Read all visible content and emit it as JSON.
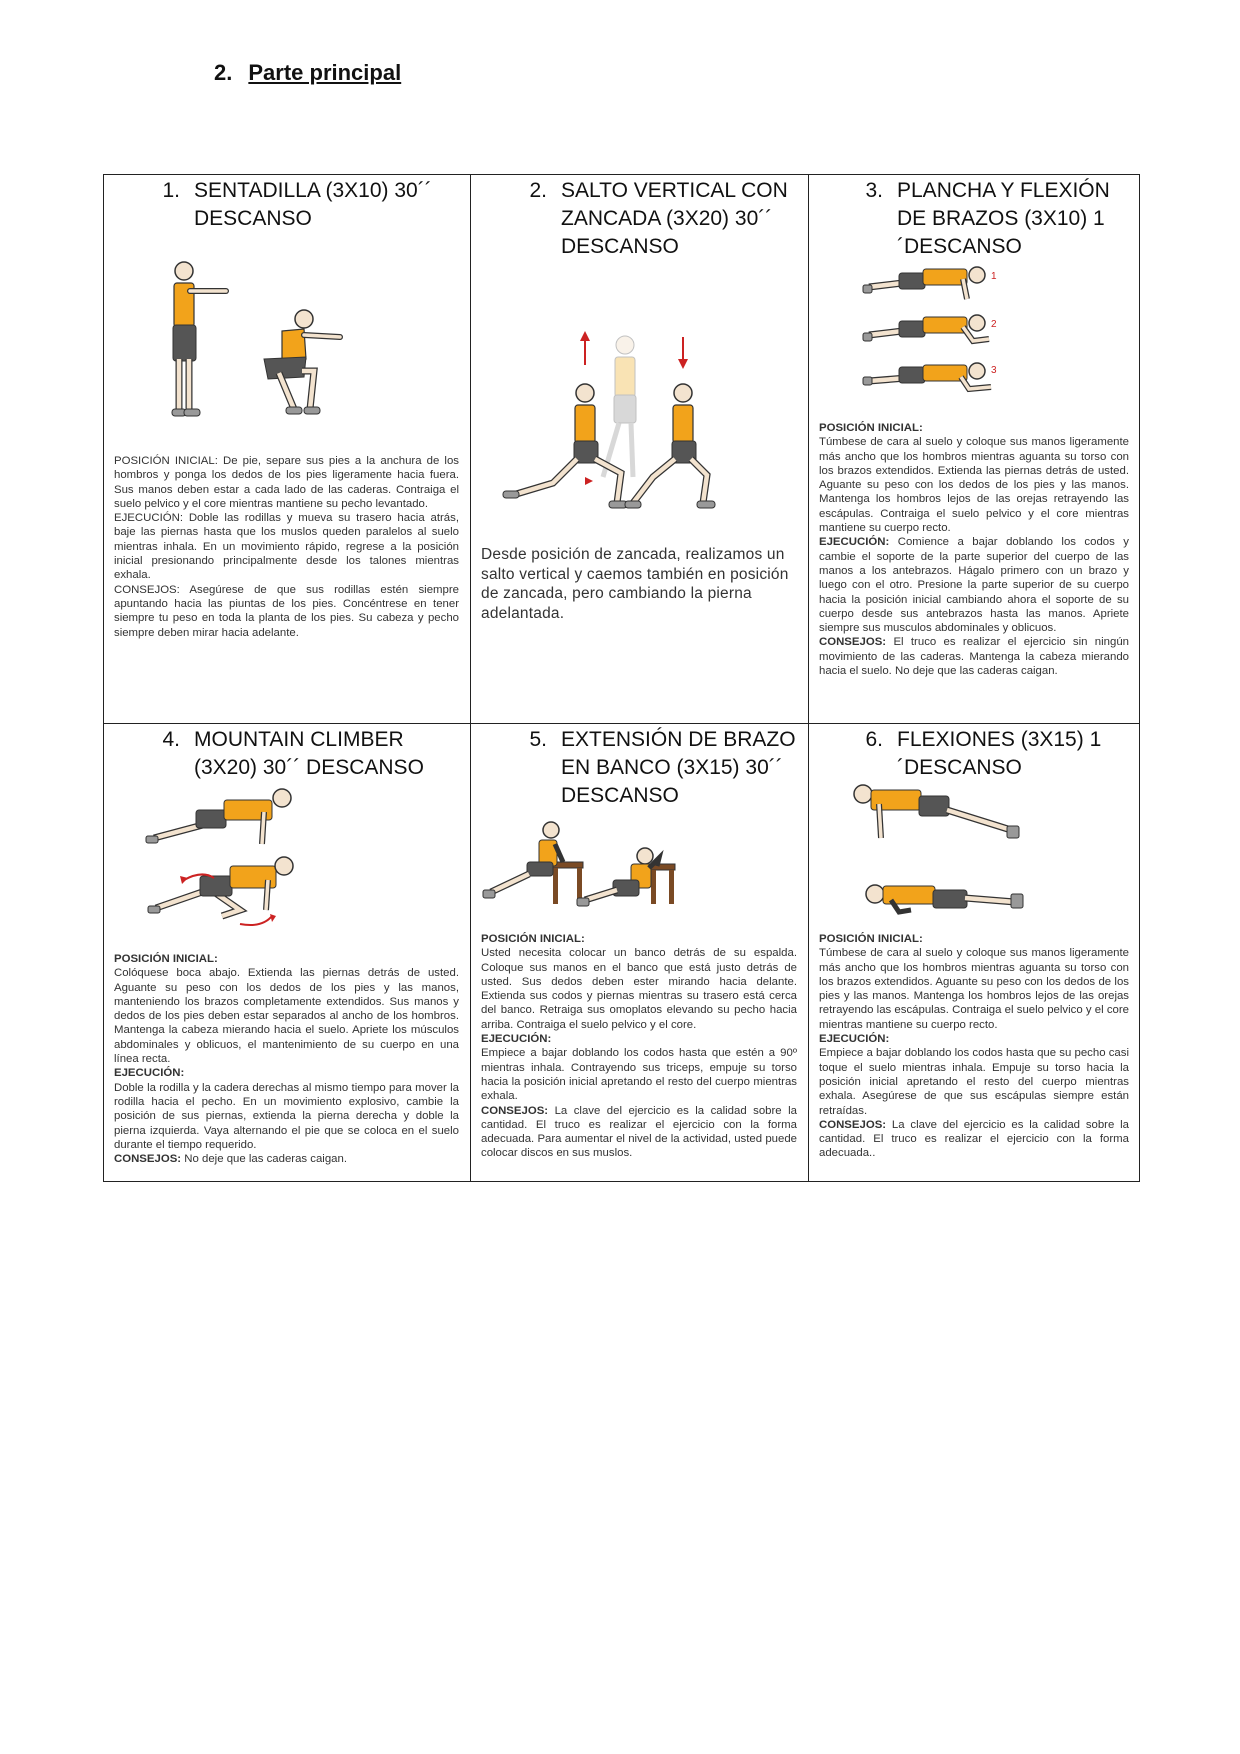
{
  "heading": {
    "number": "2.",
    "text": "Parte principal"
  },
  "exercises": [
    {
      "number": "1.",
      "title": "SENTADILLA (3X10) 30´´ DESCANSO",
      "posicion": "POSICIÓN INICIAL: De pie, separe sus pies a la anchura de los hombros y ponga los dedos de los pies ligeramente hacia fuera. Sus manos deben estar a cada lado de las caderas. Contraiga el suelo pelvico y el core mientras mantiene su pecho levantado.",
      "ejecucion": "EJECUCIÓN: Doble las rodillas y mueva su trasero hacia atrás, baje las piernas hasta que los muslos queden paralelos al suelo mientras inhala. En un movimiento rápido, regrese a la posición inicial presionando principalmente desde los talones mientras exhala.",
      "consejos": "CONSEJOS: Asegúrese de que sus rodillas estén siempre apuntando hacia las piuntas de los pies. Concéntrese en tener siempre tu peso en toda la planta de los pies. Su cabeza y pecho siempre deben mirar hacia adelante."
    },
    {
      "number": "2.",
      "title": "SALTO VERTICAL CON ZANCADA (3X20) 30´´ DESCANSO",
      "description": "Desde posición de zancada, realizamos un salto vertical y caemos también en posición de zancada, pero cambiando la pierna adelantada."
    },
    {
      "number": "3.",
      "title": "PLANCHA Y FLEXIÓN DE BRAZOS (3X10) 1´DESCANSO",
      "figure_labels": [
        "1",
        "2",
        "3"
      ],
      "posicion_label": "POSICIÓN INICIAL:",
      "posicion": "Túmbese de cara al suelo y coloque sus manos ligeramente más ancho que los hombros mientras aguanta su torso con los brazos extendidos. Extienda las piernas detrás de usted. Aguante su peso con los dedos de los pies y las manos. Mantenga los hombros lejos de las orejas retrayendo las escápulas. Contraiga el suelo pelvico y el core mientras mantiene su cuerpo recto.",
      "ejecucion_label": "EJECUCIÓN:",
      "ejecucion": "Comience a bajar doblando los codos y cambie el soporte de la parte superior del cuerpo de las manos a los antebrazos. Hágalo primero con un brazo y luego con el otro. Presione la parte superior de su cuerpo hacia la posición inicial cambiando ahora el soporte de su cuerpo desde sus antebrazos hasta las manos. Apriete siempre sus musculos abdominales y oblicuos.",
      "consejos_label": "CONSEJOS:",
      "consejos": "El truco es realizar el ejercicio sin ningún movimiento de las caderas. Mantenga la cabeza mierando hacia el suelo. No deje que las caderas caigan."
    },
    {
      "number": "4.",
      "title": "MOUNTAIN CLIMBER (3X20) 30´´ DESCANSO",
      "posicion_label": "POSICIÓN INICIAL:",
      "posicion": "Colóquese boca abajo. Extienda las piernas detrás de usted. Aguante su peso con los dedos de los pies y las manos, manteniendo los brazos completamente extendidos. Sus manos y dedos de los pies deben estar separados al ancho de los hombros. Mantenga la cabeza mierando hacia el suelo. Apriete los músculos abdominales y oblicuos, el mantenimiento de su cuerpo en una línea recta.",
      "ejecucion_label": "EJECUCIÓN:",
      "ejecucion": "Doble la rodilla y la cadera derechas al mismo tiempo para mover la rodilla hacia el pecho. En un movimiento explosivo, cambie la posición de sus piernas, extienda la pierna derecha y doble la pierna izquierda. Vaya alternando el pie que se coloca en el suelo durante el tiempo requerido.",
      "consejos_label": "CONSEJOS:",
      "consejos": "No deje que las caderas caigan."
    },
    {
      "number": "5.",
      "title": "EXTENSIÓN DE BRAZO EN BANCO (3X15) 30´´ DESCANSO",
      "posicion_label": "POSICIÓN INICIAL:",
      "posicion": "Usted necesita colocar un banco detrás de su espalda. Coloque sus manos en el banco que está justo detrás de usted. Sus dedos deben ester mirando hacia delante. Extienda sus codos y piernas mientras su trasero está cerca del banco. Retraiga sus omoplatos elevando su pecho hacia arriba. Contraiga el suelo pelvico y el core.",
      "ejecucion_label": "EJECUCIÓN:",
      "ejecucion": "Empiece a bajar doblando los codos hasta que estén a 90º mientras inhala. Contrayendo sus triceps, empuje su torso hacia la posición inicial apretando el resto del cuerpo mientras exhala.",
      "consejos_label": "CONSEJOS:",
      "consejos": "La clave del ejercicio es la calidad sobre la cantidad. El truco es realizar el ejercicio con la forma adecuada. Para aumentar el nivel de la actividad, usted puede colocar discos en sus muslos."
    },
    {
      "number": "6.",
      "title": "FLEXIONES (3X15) 1´DESCANSO",
      "posicion_label": "POSICIÓN INICIAL:",
      "posicion": "Túmbese de cara al suelo y coloque sus manos ligeramente más ancho que los hombros mientras aguanta su torso con los brazos extendidos. Aguante su peso con los dedos de los pies y las manos. Mantenga los hombros lejos de las orejas retrayendo las escápulas. Contraiga el suelo pelvico y el core mientras mantiene su cuerpo recto.",
      "ejecucion_label": "EJECUCIÓN:",
      "ejecucion": "Empiece a bajar doblando los codos hasta que su pecho casi toque el suelo mientras inhala. Empuje su torso hacia la posición inicial apretando el resto del cuerpo mientras exhala. Asegúrese de que sus escápulas siempre están retraídas.",
      "consejos_label": "CONSEJOS:",
      "consejos": "La clave del ejercicio es la calidad sobre la cantidad. El truco es realizar el ejercicio con la forma adecuada.."
    }
  ],
  "colors": {
    "shirt": "#f2a31b",
    "shorts": "#555555",
    "skin": "#f3e3cf",
    "outline": "#333333",
    "bench": "#7a4a24",
    "arrow": "#cc2222"
  }
}
